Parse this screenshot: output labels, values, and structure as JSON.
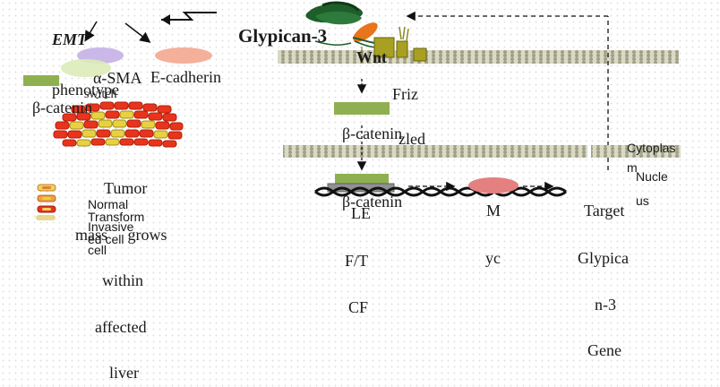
{
  "labels": {
    "emt": "EMT",
    "alpha_sma": "α-SMA",
    "e_cadherin": "E-cadherin",
    "phenotype": "phenotype",
    "switch": "switch",
    "beta_catenin_left": "β-catenin",
    "glypican3": "Glypican-3",
    "wnt": "Wnt",
    "frizzled_a": "Friz",
    "frizzled_b": "zled",
    "beta_catenin_mid": "β-catenin",
    "beta_catenin_low": "β-catenin",
    "cytoplasm_a": "Cytoplas",
    "cytoplasm_b": "m",
    "nucleus_a": "Nucle",
    "nucleus_b": "us",
    "legend_normal": "Normal",
    "legend_transformed_a": "Transform",
    "legend_transformed_b": "ed cell",
    "legend_invasive_a": "Invasive",
    "legend_invasive_b": "cell",
    "tumor_lines": [
      "Tumor",
      "mass grows",
      "within",
      "affected",
      "liver"
    ],
    "lef_lines": [
      "LE",
      "F/T",
      "CF"
    ],
    "myc_lines": [
      "M",
      "yc"
    ],
    "target_lines": [
      "Target",
      "Glypica",
      "n-3",
      "Gene"
    ]
  },
  "colors": {
    "membrane": "#b9b9a0",
    "green_bar": "#8fb050",
    "salmon": "#f4b09a",
    "lavender": "#c9b8e8",
    "red_cell": "#e8341c",
    "yellow_cell": "#e8d040",
    "myc_oval": "#e48080",
    "dark_green": "#1e5e2a",
    "orange": "#e8741c",
    "olive": "#a8a020"
  }
}
